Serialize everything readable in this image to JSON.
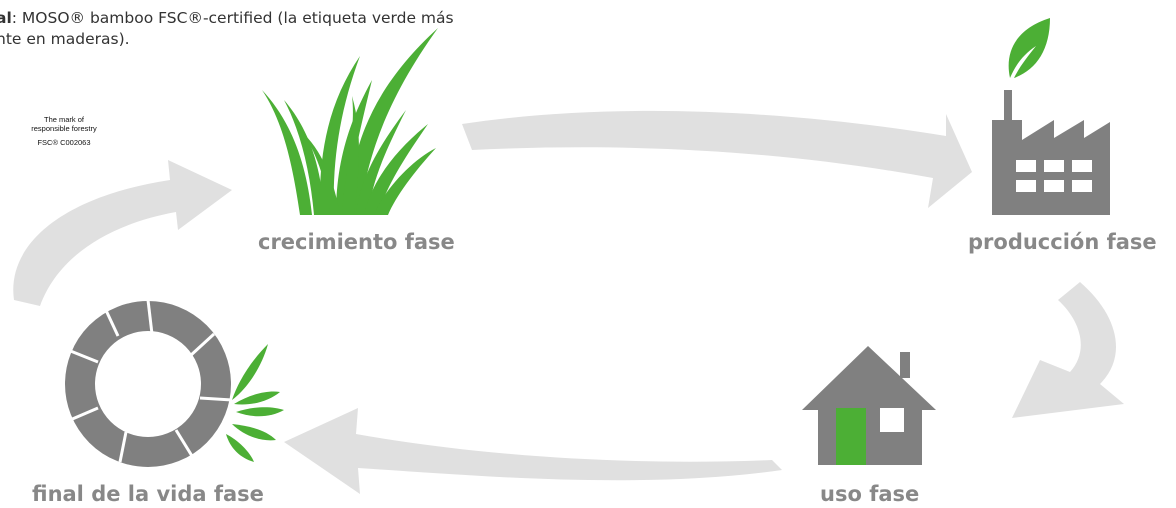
{
  "intro": {
    "line1_bold": "al",
    "line1_rest": ": MOSO® bamboo FSC®-certified (la etiqueta verde más",
    "line2": "nte en maderas)."
  },
  "fsc_mark": {
    "line1": "The mark of",
    "line2": "responsible forestry",
    "code": "FSC® C002063"
  },
  "phases": {
    "growth": {
      "label": "crecimiento fase",
      "icon": "grass-icon"
    },
    "production": {
      "label": "producción fase",
      "icon": "factory-icon"
    },
    "use": {
      "label": "uso fase",
      "icon": "house-icon"
    },
    "end_of_life": {
      "label": "final de la vida fase",
      "icon": "recycle-ring-icon"
    }
  },
  "colors": {
    "green": "#4CAF35",
    "icon_gray": "#808080",
    "arrow_gray": "#E0E0E0",
    "label_gray": "#888888"
  }
}
